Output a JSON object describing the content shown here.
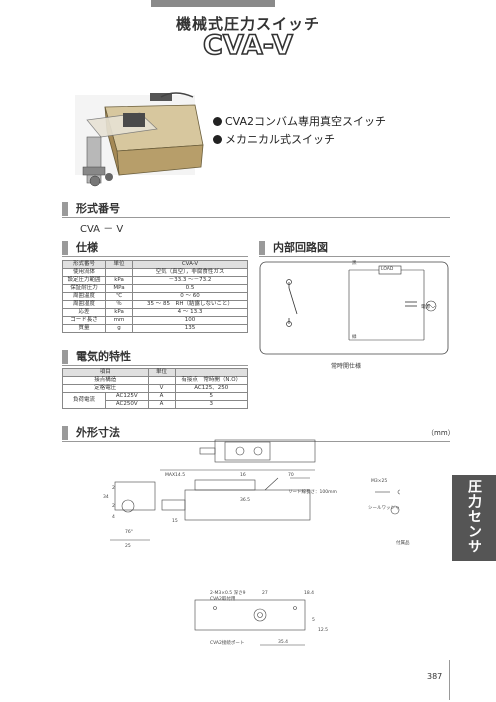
{
  "header": {
    "title_jp": "機械式圧力スイッチ",
    "title_en": "CVA-V"
  },
  "bullets": [
    "CVA2コンバム専用真空スイッチ",
    "メカニカル式スイッチ"
  ],
  "sections": {
    "model": {
      "label": "形式番号",
      "value": "CVA － V"
    },
    "spec": {
      "label": "仕様"
    },
    "circuit": {
      "label": "内部回路図"
    },
    "electrical": {
      "label": "電気的特性"
    },
    "dimensions": {
      "label": "外形寸法",
      "unit": "（mm）"
    }
  },
  "spec_table": {
    "headers": [
      "形式番号",
      "単位",
      "CVA-V"
    ],
    "rows": [
      [
        "使用流体",
        "",
        "空気（真空），非腐食性ガス"
      ],
      [
        "設定圧力範囲",
        "kPa",
        "－33.3 ～－73.2"
      ],
      [
        "保証耐圧力",
        "MPa",
        "0.5"
      ],
      [
        "周囲温度",
        "℃",
        "0 ～ 60"
      ],
      [
        "周囲湿度",
        "％",
        "35 ～ 85　RH（結露しないこと）"
      ],
      [
        "応差",
        "kPa",
        "4 ～ 13.3"
      ],
      [
        "コード長さ",
        "mm",
        "100"
      ],
      [
        "質量",
        "g",
        "135"
      ]
    ]
  },
  "elec_table": {
    "headers": [
      "項目",
      "単位",
      ""
    ],
    "rows": [
      [
        "接点構造",
        "",
        "有接点　常時開（N.O）"
      ],
      [
        "定格電圧",
        "V",
        "AC125、250"
      ]
    ],
    "load_label": "負荷電流",
    "load_rows": [
      [
        "AC125V",
        "A",
        "5"
      ],
      [
        "AC250V",
        "A",
        "3"
      ]
    ]
  },
  "circuit": {
    "wire_top": "黒",
    "wire_bottom": "緑",
    "load": "LOAD",
    "power": "電源",
    "caption": "常時開仕様"
  },
  "dims": {
    "top_labels": [
      "MAX14.5",
      "16",
      "70"
    ],
    "cord_label": "リード線長さ：100mm",
    "side": [
      "36.5",
      "15"
    ],
    "left_view": [
      "25",
      "34",
      "2",
      "2",
      "4",
      "76°"
    ],
    "accessory": {
      "screw": "M3×25",
      "washer": "シールワッシャ",
      "caption": "付属品"
    },
    "bottom": [
      "2-M3×0.5 深さ9",
      "CVA2取付用",
      "27",
      "18.4",
      "5",
      "12.5",
      "CVA2接続ポート",
      "35.4"
    ]
  },
  "side_tab": "圧力センサ",
  "page_number": "387"
}
